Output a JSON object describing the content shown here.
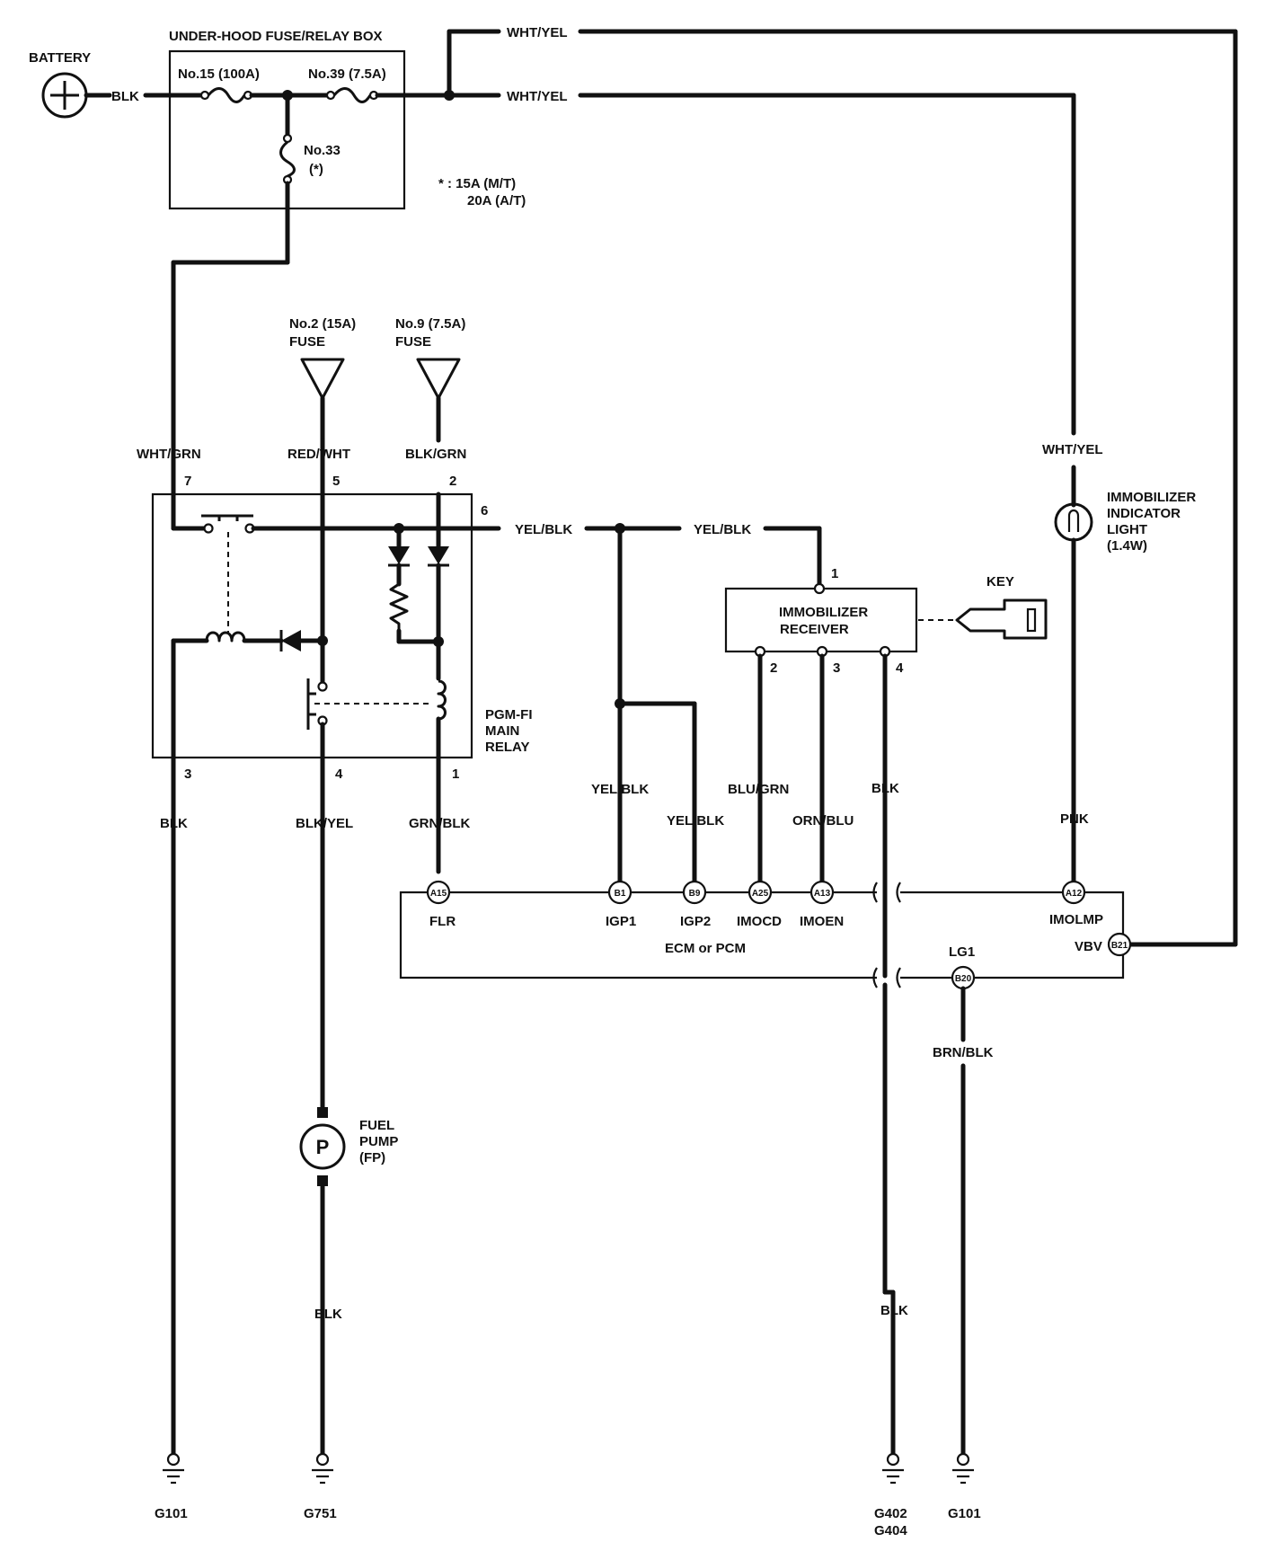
{
  "labels": {
    "battery": "BATTERY",
    "fuse_box": "UNDER-HOOD FUSE/RELAY BOX",
    "fuse15": "No.15 (100A)",
    "fuse39": "No.39 (7.5A)",
    "fuse33": "No.33",
    "fuse33_star": "(*)",
    "note_l1": "*  : 15A (M/T)",
    "note_l2": "20A (A/T)",
    "fuse2_l1": "No.2 (15A)",
    "fuse2_l2": "FUSE",
    "fuse9_l1": "No.9 (7.5A)",
    "fuse9_l2": "FUSE",
    "relay_l1": "PGM-FI",
    "relay_l2": "MAIN",
    "relay_l3": "RELAY",
    "receiver_l1": "IMMOBILIZER",
    "receiver_l2": "RECEIVER",
    "key": "KEY",
    "light_l1": "IMMOBILIZER",
    "light_l2": "INDICATOR",
    "light_l3": "LIGHT",
    "light_l4": "(1.4W)",
    "pump_l1": "FUEL",
    "pump_l2": "PUMP",
    "pump_l3": "(FP)",
    "pump_symbol": "P",
    "ecm": "ECM or PCM",
    "lg1": "LG1"
  },
  "wires": {
    "blk_battery": "BLK",
    "wht_yel_top": "WHT/YEL",
    "wht_yel_mid": "WHT/YEL",
    "wht_yel_light": "WHT/YEL",
    "wht_grn": "WHT/GRN",
    "red_wht": "RED/WHT",
    "blk_grn": "BLK/GRN",
    "yel_blk_1": "YEL/BLK",
    "yel_blk_2": "YEL/BLK",
    "yel_blk_igp1": "YEL/BLK",
    "yel_blk_igp2": "YEL/BLK",
    "blu_grn": "BLU/GRN",
    "orn_blu": "ORN/BLU",
    "blk_recv": "BLK",
    "pnk": "PNK",
    "blk_g101": "BLK",
    "blk_yel": "BLK/YEL",
    "grn_blk": "GRN/BLK",
    "blk_g751": "BLK",
    "blk_g402": "BLK",
    "brn_blk": "BRN/BLK"
  },
  "pins": {
    "relay_7": "7",
    "relay_5": "5",
    "relay_2": "2",
    "relay_6": "6",
    "relay_3": "3",
    "relay_4": "4",
    "relay_1": "1",
    "recv_1": "1",
    "recv_2": "2",
    "recv_3": "3",
    "recv_4": "4"
  },
  "ecm_terminals": {
    "a15": "A15",
    "b1": "B1",
    "b9": "B9",
    "a25": "A25",
    "a13": "A13",
    "a12": "A12",
    "b21": "B21",
    "b20": "B20"
  },
  "ecm_signals": {
    "flr": "FLR",
    "igp1": "IGP1",
    "igp2": "IGP2",
    "imocd": "IMOCD",
    "imoen": "IMOEN",
    "imolmp": "IMOLMP",
    "vbv": "VBV"
  },
  "grounds": {
    "g101_left": "G101",
    "g751": "G751",
    "g402": "G402",
    "g404": "G404",
    "g101_right": "G101"
  }
}
